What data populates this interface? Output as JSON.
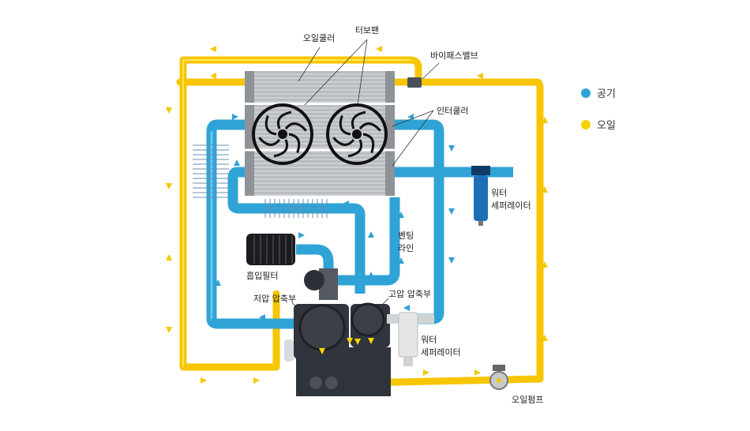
{
  "labels": {
    "oil_cooler": "오일쿨러",
    "turbo_fan": "터보팬",
    "bypass_valve": "바이패스밸브",
    "intercooler": "인터쿨러",
    "water_separator_top_1": "워터",
    "water_separator_top_2": "세퍼레이터",
    "venting_line_1": "벤팅",
    "venting_line_2": "라인",
    "intake_filter": "흡입필터",
    "low_pressure": "저압 압축부",
    "high_pressure": "고압 압축부",
    "water_separator_bottom_1": "워터",
    "water_separator_bottom_2": "세퍼레이터",
    "oil_pump": "오일펌프"
  },
  "legend": [
    {
      "label": "공기",
      "color": "#2fa3d6"
    },
    {
      "label": "오일",
      "color": "#f7d000"
    }
  ]
}
